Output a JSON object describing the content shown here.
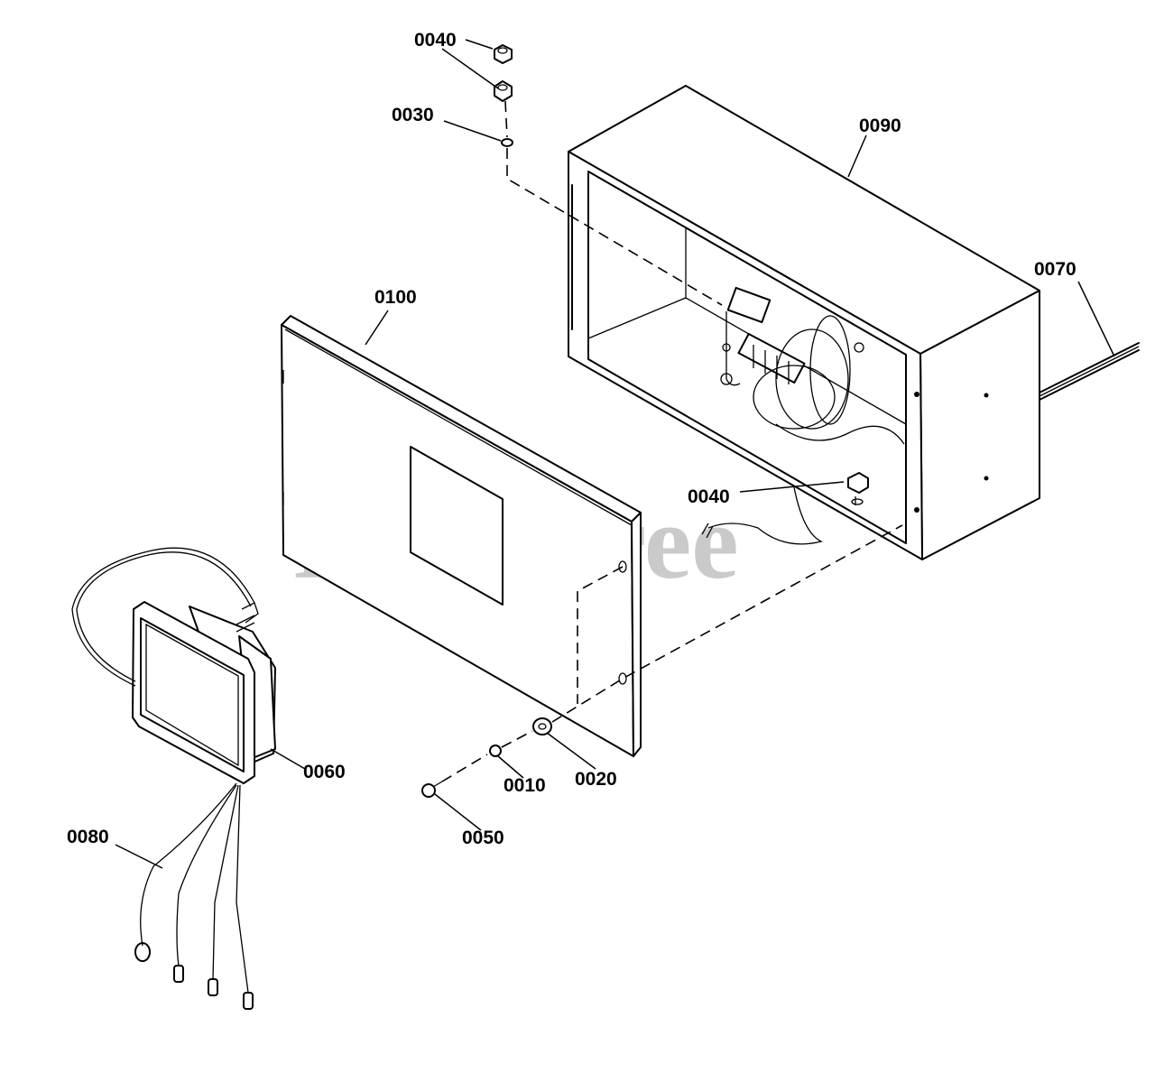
{
  "watermark": "PartsTree",
  "parts": [
    {
      "id": "0010"
    },
    {
      "id": "0020"
    },
    {
      "id": "0030"
    },
    {
      "id": "0040"
    },
    {
      "id": "0050"
    },
    {
      "id": "0060"
    },
    {
      "id": "0070"
    },
    {
      "id": "0080"
    },
    {
      "id": "0090"
    },
    {
      "id": "0100"
    }
  ]
}
